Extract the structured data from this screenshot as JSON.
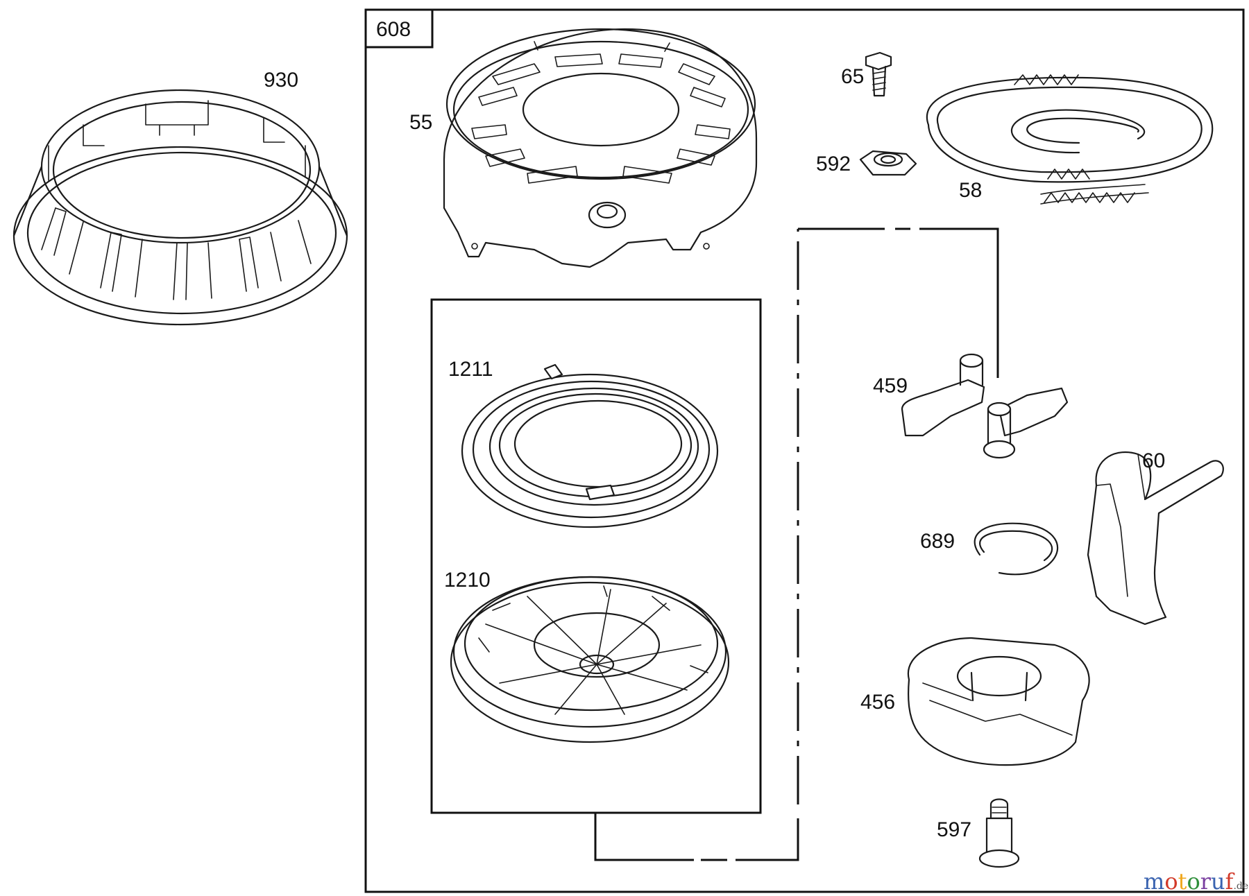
{
  "kit_label": "608",
  "parts": {
    "p930": "930",
    "p55": "55",
    "p65": "65",
    "p592": "592",
    "p58": "58",
    "p1211": "1211",
    "p1210": "1210",
    "p459": "459",
    "p60": "60",
    "p689": "689",
    "p456": "456",
    "p597": "597"
  },
  "watermark": {
    "text": "motoruf",
    "suffix": ".de",
    "colors": [
      "#3a63b0",
      "#d23a2a",
      "#f0a81e",
      "#2f8f3a",
      "#7a3fa0",
      "#3a63b0",
      "#d23a2a"
    ]
  }
}
